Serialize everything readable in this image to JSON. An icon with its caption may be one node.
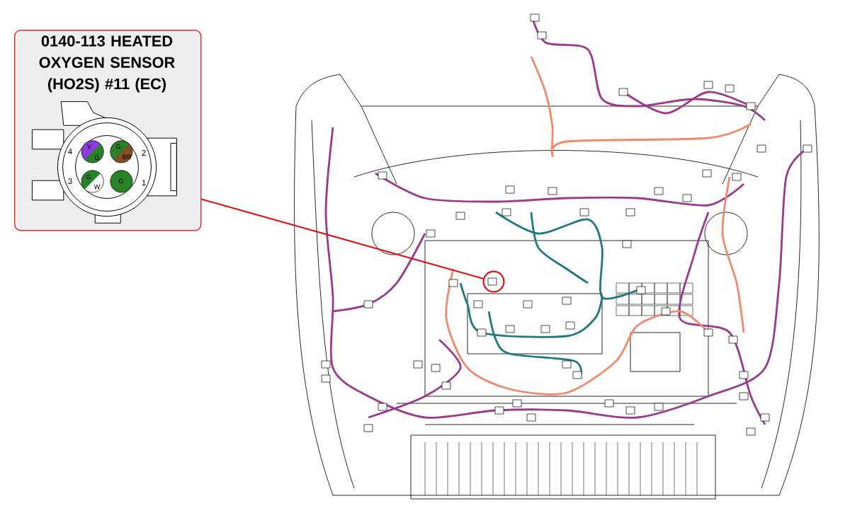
{
  "diagram": {
    "nodes": [
      {
        "text": [
          "0140-113 HEATED OXYGEN SENSOR (HO2S) #11 (EC)"
        ]
      },
      {
        "text": [],
        "shape": "circle"
      }
    ],
    "edges": [
      {
        "from": 0,
        "to": 1,
        "arrow": "none"
      }
    ],
    "labels": [
      "4",
      "2",
      "3",
      "1",
      "V",
      "G",
      "G",
      "BR",
      "G",
      "W",
      "G"
    ]
  }
}
